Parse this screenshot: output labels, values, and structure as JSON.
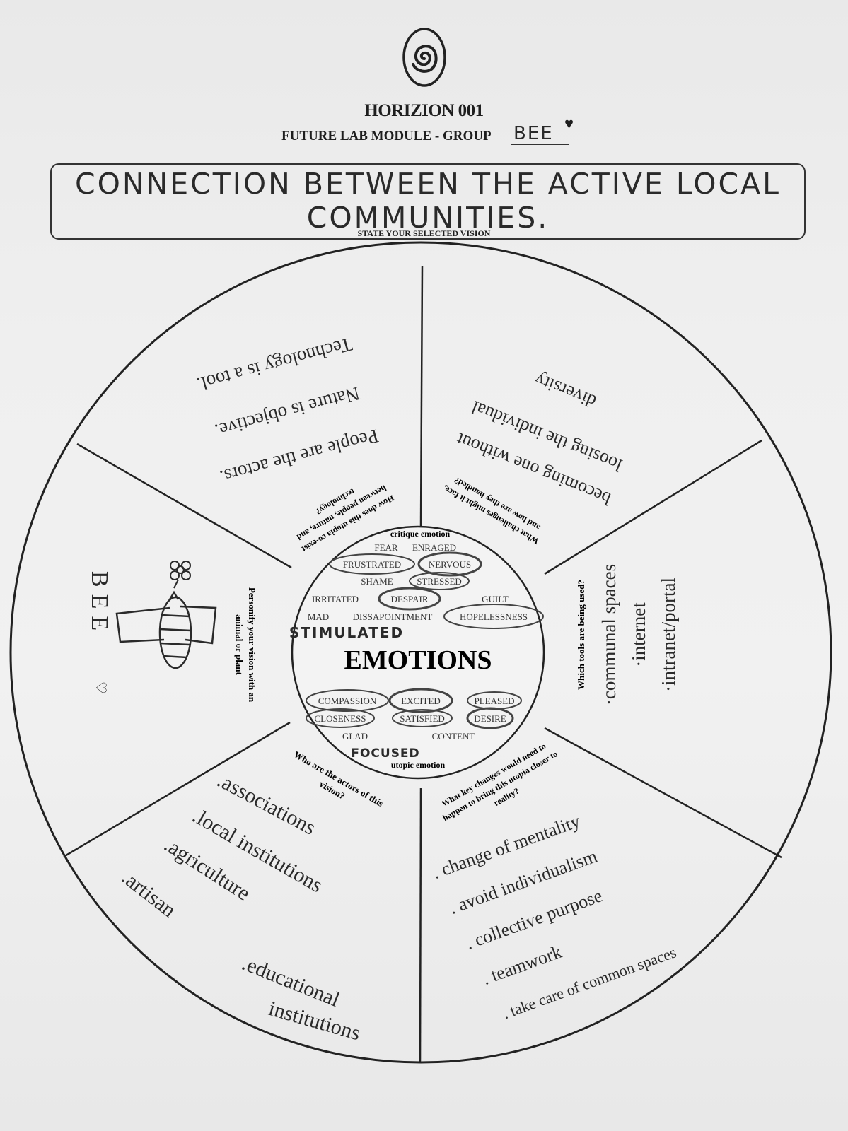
{
  "header": {
    "logo_icon": "spiral-logo-icon",
    "title": "HORIZION 001",
    "module_label": "FUTURE LAB MODULE - GROUP",
    "group_name": "BEE",
    "heart_icon": "heart-icon"
  },
  "vision": {
    "text": "CONNECTION BETWEEN THE ACTIVE LOCAL COMMUNITIES.",
    "caption": "STATE YOUR SELECTED VISION"
  },
  "wheel": {
    "center": {
      "critique_label": "critique emotion",
      "critique_emotions": [
        "FEAR",
        "ENRAGED",
        "FRUSTRATED",
        "NERVOUS",
        "SHAME",
        "STRESSED",
        "IRRITATED",
        "DESPAIR",
        "GUILT",
        "MAD",
        "DISSAPOINTMENT",
        "HOPELESSNESS"
      ],
      "added_critique": "STIMULATED",
      "title": "EMOTIONS",
      "utopic_emotions": [
        "COMPASSION",
        "EXCITED",
        "PLEASED",
        "CLOSENESS",
        "SATISFIED",
        "DESIRE",
        "GLAD",
        "CONTENT"
      ],
      "added_utopic": "FOCUSED",
      "utopic_label": "utopic emotion"
    },
    "segments": {
      "coexist": {
        "prompt": [
          "How does this utopia co-exist",
          "between people, nature, and",
          "technology?"
        ],
        "answers": [
          "People are the actors.",
          "Nature is objective.",
          "Technology is a tool."
        ]
      },
      "challenges": {
        "prompt": [
          "What challenges might it face,",
          "and how are they handled?"
        ],
        "answers": [
          "becoming one without",
          "loosing the individual",
          "diversity"
        ]
      },
      "tools": {
        "prompt": "Which tools are being used?",
        "answers": [
          "·communal spaces",
          "·internet",
          "·intranet/portal"
        ]
      },
      "changes": {
        "prompt": [
          "What key changes would need to",
          "happen to bring this utopia closer to",
          "reality?"
        ],
        "answers": [
          ". change of mentality",
          ". avoid individualism",
          ". collective purpose",
          ". teamwork",
          ". take care of common spaces"
        ]
      },
      "actors": {
        "prompt": [
          "Who are the actors of this",
          "vision?"
        ],
        "answers": [
          ".associations",
          ".local institutions",
          ".agriculture",
          ".artisan",
          ".educational",
          "institutions"
        ]
      },
      "personify": {
        "prompt": [
          "Personify your vision with an",
          "animal or plant"
        ],
        "answer": "BEE",
        "drawing": "bee-drawing",
        "flower_icon": "flower-icon",
        "heart_icon": "heart-icon"
      }
    }
  }
}
